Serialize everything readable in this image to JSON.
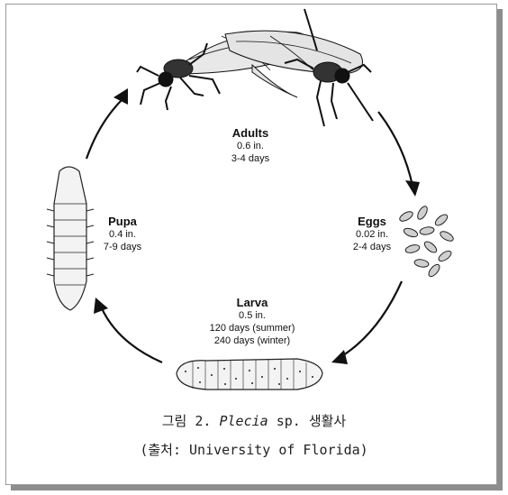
{
  "stages": {
    "adults": {
      "title": "Adults",
      "size": "0.6 in.",
      "duration": "3-4 days"
    },
    "eggs": {
      "title": "Eggs",
      "size": "0.02 in.",
      "duration": "2-4 days"
    },
    "larva": {
      "title": "Larva",
      "size": "0.5 in.",
      "duration_summer": "120 days (summer)",
      "duration_winter": "240 days (winter)"
    },
    "pupa": {
      "title": "Pupa",
      "size": "0.4 in.",
      "duration": "7-9 days"
    }
  },
  "caption": {
    "prefix": "그림 2. ",
    "genus": "Plecia",
    "suffix": " sp. 생활사",
    "source": "(출처: University of Florida)"
  }
}
